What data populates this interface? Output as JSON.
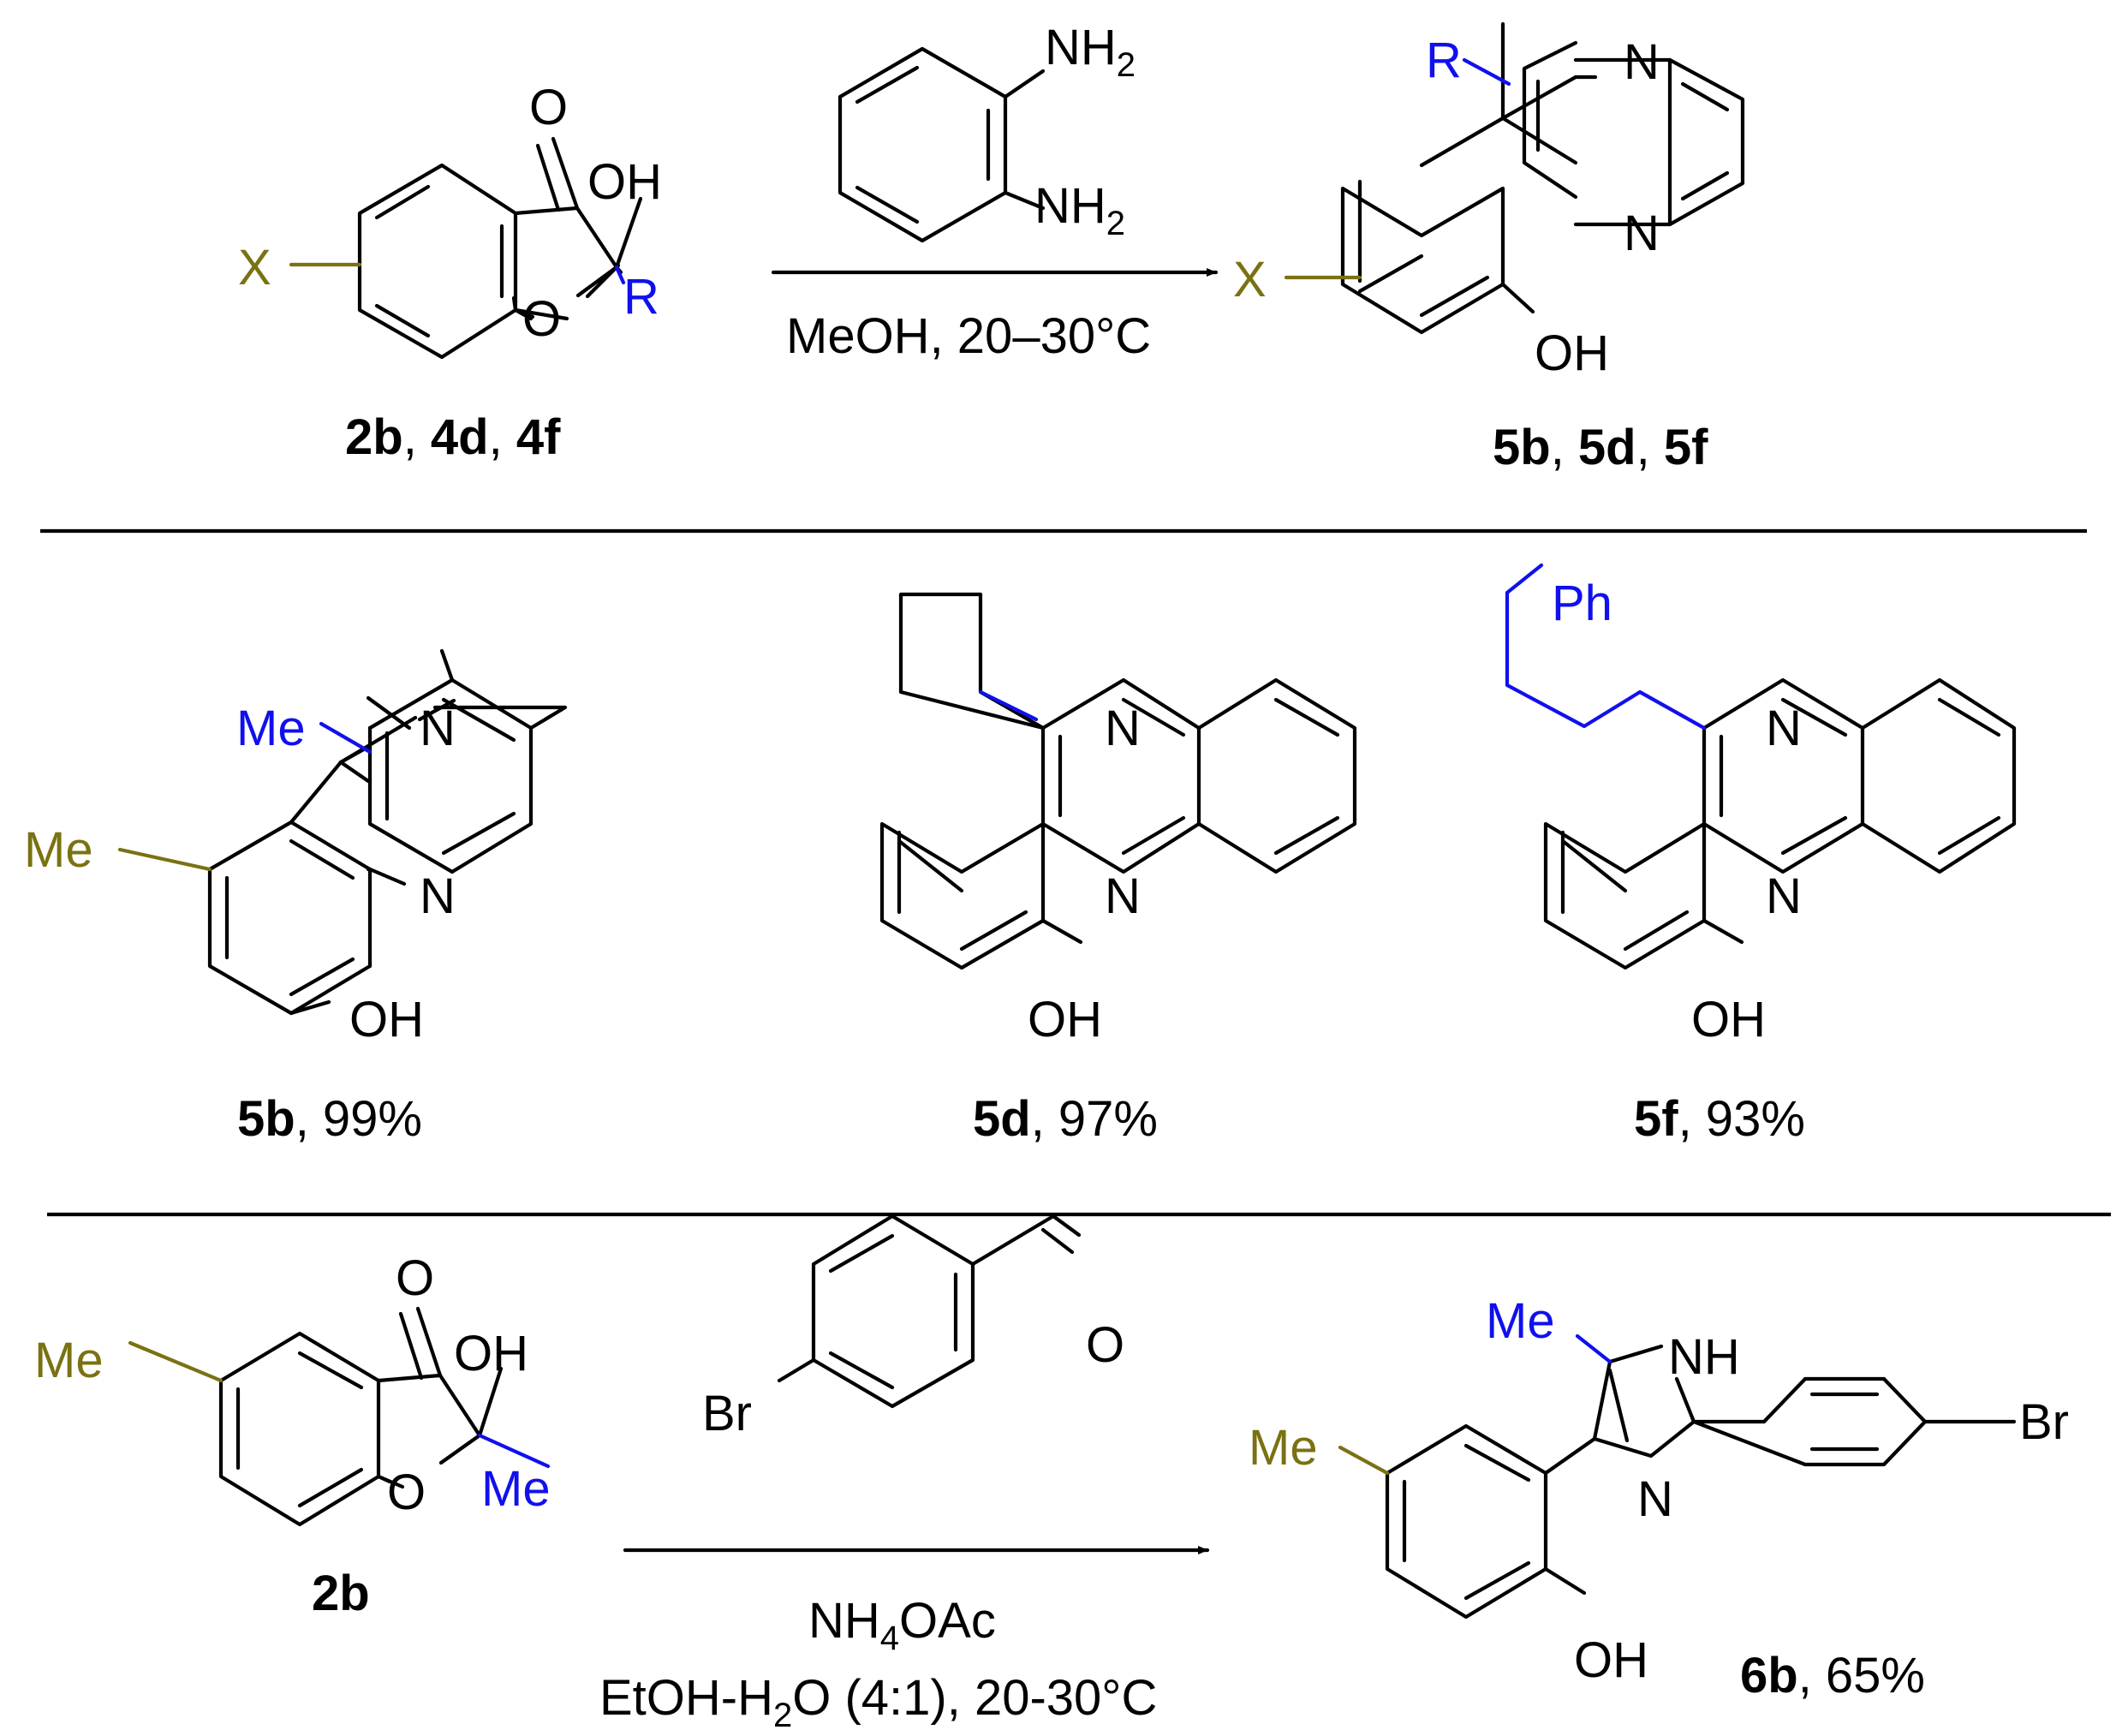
{
  "colors": {
    "bond": "#000000",
    "r_group": "#1010ee",
    "x_group": "#7a7212"
  },
  "atoms": {
    "O": "O",
    "OH": "OH",
    "N": "N",
    "NH": "NH",
    "R": "R",
    "X": "X",
    "Me": "Me",
    "Ph": "Ph",
    "Br": "Br",
    "NH2_main": "NH",
    "NH2_sub": "2"
  },
  "row1": {
    "reactant_labels": [
      "2b",
      "4d",
      "4f"
    ],
    "product_labels": [
      "5b",
      "5d",
      "5f"
    ],
    "separator": ", ",
    "conditions": "MeOH, 20–30°C"
  },
  "row2": {
    "products": [
      {
        "id": "5b",
        "yield": ", 99%"
      },
      {
        "id": "5d",
        "yield": ", 97%"
      },
      {
        "id": "5f",
        "yield": ", 93%"
      }
    ]
  },
  "row3": {
    "reactant_label": "2b",
    "reagent_main": "NH",
    "reagent_sub": "4",
    "reagent_tail": "OAc",
    "solvent_a": "EtOH-H",
    "solvent_sub": "2",
    "solvent_b": "O (4:1), 20-30°C",
    "product": {
      "id": "6b",
      "yield": ", 65%"
    }
  }
}
